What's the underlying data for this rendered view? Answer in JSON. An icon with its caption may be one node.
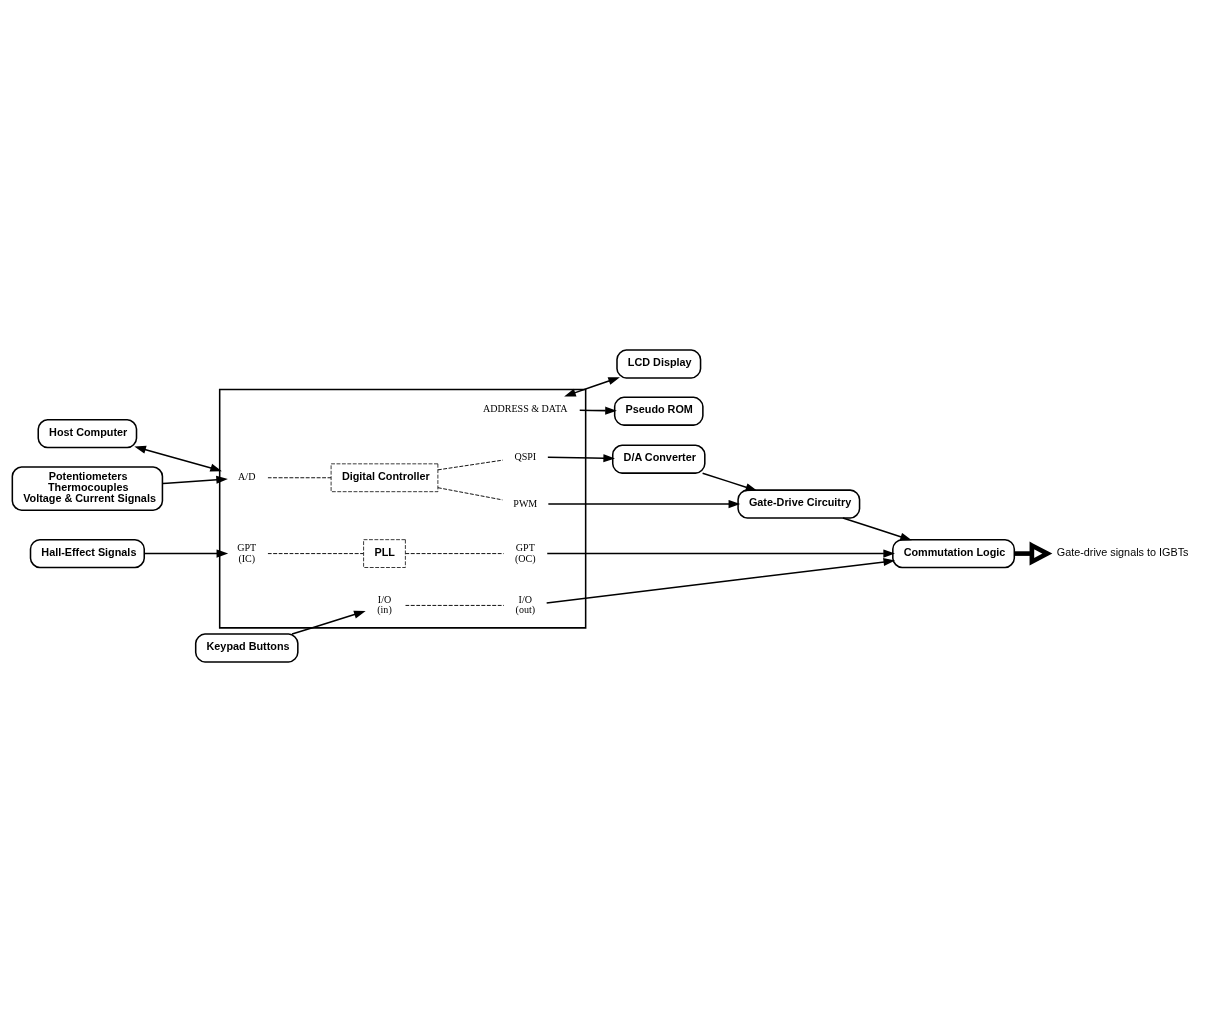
{
  "diagram": {
    "nodes": [
      {
        "text": [
          "Host Computer"
        ]
      },
      {
        "text": [],
        "shape": "box"
      },
      {
        "text": [
          "ADDRESS & DATA"
        ],
        "in": 1
      },
      {
        "text": [
          "A/D"
        ],
        "in": 1
      },
      {
        "text": [
          "Digital Controller"
        ],
        "in": 1
      },
      {
        "text": [
          "QSPI"
        ],
        "in": 1
      },
      {
        "text": [
          "PWM"
        ],
        "in": 1
      },
      {
        "text": [
          "GPT",
          "(IC)"
        ],
        "in": 1
      },
      {
        "text": [
          "PLL"
        ],
        "in": 1
      },
      {
        "text": [
          "GPT",
          "(OC)"
        ],
        "in": 1
      },
      {
        "text": [
          "I/O",
          "(in)"
        ],
        "in": 1
      },
      {
        "text": [
          "I/O",
          "(out)"
        ],
        "in": 1
      },
      {
        "text": [
          "LCD Display"
        ]
      },
      {
        "text": [
          "Pseudo ROM"
        ]
      },
      {
        "text": [
          "Potentiometers",
          "Thermocouples",
          "Voltage & Current Signals"
        ]
      },
      {
        "text": [
          "D/A Converter"
        ]
      },
      {
        "text": [
          "Gate-Drive Circuitry"
        ]
      },
      {
        "text": [
          "Hall-Effect Signals"
        ]
      },
      {
        "text": [
          "Commutation Logic"
        ]
      },
      {
        "text": [
          "Keypad Buttons"
        ]
      },
      {
        "text": [
          "Gate-drive signals to IGBTs"
        ]
      }
    ],
    "edges": [
      {
        "from": 0,
        "to": 1,
        "arrow": "both"
      },
      {
        "from": 2,
        "to": 12,
        "arrow": "both"
      },
      {
        "from": 2,
        "to": 13,
        "arrow": "to"
      },
      {
        "from": 14,
        "to": 3,
        "arrow": "to"
      },
      {
        "from": 3,
        "to": 4,
        "arrow": "none",
        "style": "dashed"
      },
      {
        "from": 4,
        "to": 5,
        "arrow": "none",
        "style": "dashed"
      },
      {
        "from": 4,
        "to": 6,
        "arrow": "none",
        "style": "dashed"
      },
      {
        "from": 5,
        "to": 15,
        "arrow": "to"
      },
      {
        "from": 6,
        "to": 16,
        "arrow": "to"
      },
      {
        "from": 15,
        "to": 16,
        "arrow": "to"
      },
      {
        "from": 16,
        "to": 18,
        "arrow": "to"
      },
      {
        "from": 17,
        "to": 7,
        "arrow": "to"
      },
      {
        "from": 7,
        "to": 8,
        "arrow": "none",
        "style": "dashed"
      },
      {
        "from": 8,
        "to": 9,
        "arrow": "none",
        "style": "dashed"
      },
      {
        "from": 9,
        "to": 18,
        "arrow": "to"
      },
      {
        "from": 19,
        "to": 10,
        "arrow": "to"
      },
      {
        "from": 10,
        "to": 11,
        "arrow": "none",
        "style": "dashed"
      },
      {
        "from": 11,
        "to": 18,
        "arrow": "to"
      },
      {
        "from": 18,
        "to": 20,
        "arrow": "to",
        "style": "thick"
      }
    ]
  }
}
